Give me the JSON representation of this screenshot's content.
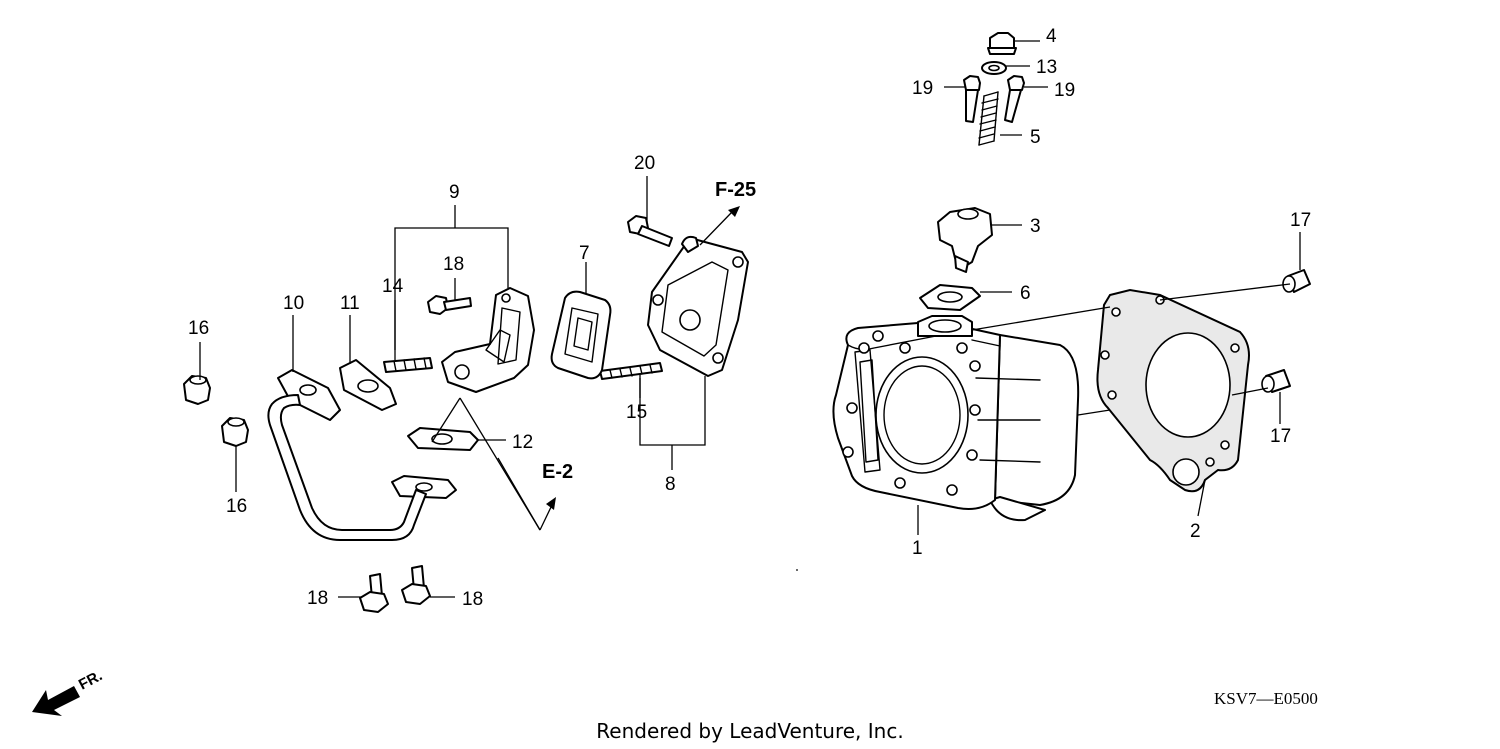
{
  "diagram": {
    "callouts": {
      "c1": "1",
      "c2": "2",
      "c3": "3",
      "c4": "4",
      "c5": "5",
      "c6": "6",
      "c7": "7",
      "c8": "8",
      "c9": "9",
      "c10": "10",
      "c11": "11",
      "c12": "12",
      "c13": "13",
      "c14": "14",
      "c15": "15",
      "c16a": "16",
      "c16b": "16",
      "c17a": "17",
      "c17b": "17",
      "c18a": "18",
      "c18b": "18",
      "c18c": "18",
      "c19a": "19",
      "c19b": "19",
      "c20": "20"
    },
    "references": {
      "f25": "F-25",
      "e2": "E-2"
    },
    "direction_label": "FR.",
    "diagram_code": "KSV7—E0500",
    "footer": "Rendered by LeadVenture, Inc."
  }
}
